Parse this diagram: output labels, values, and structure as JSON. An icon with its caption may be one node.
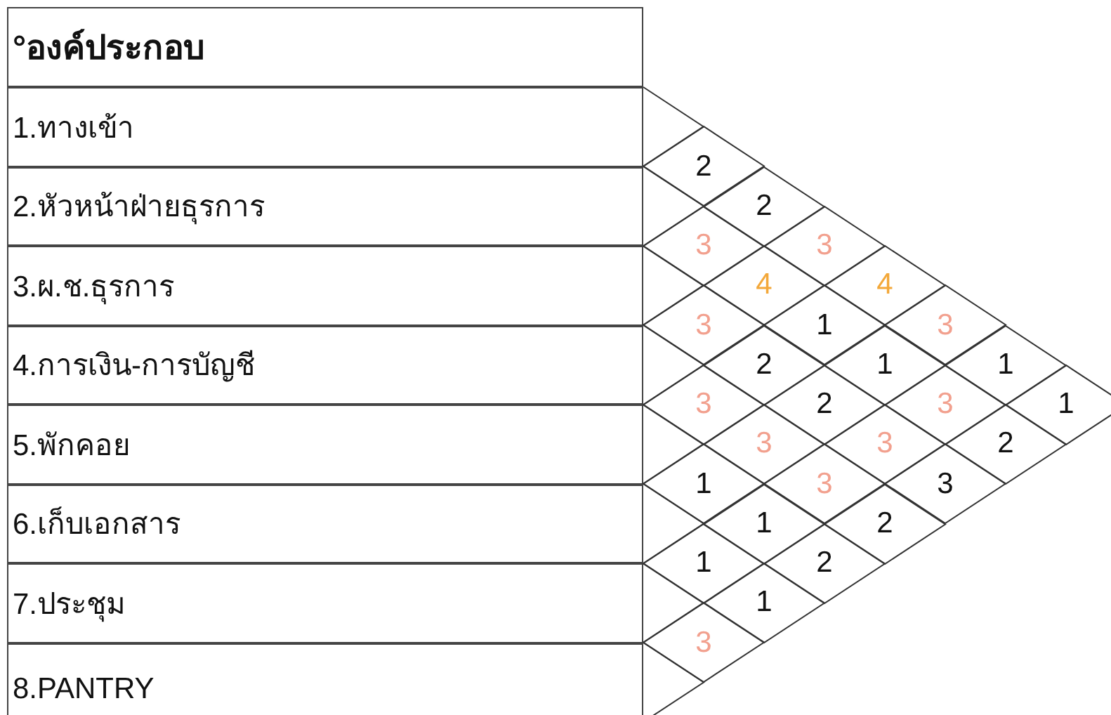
{
  "diagram": {
    "nodes": [
      {
        "text": [
          "°องค์ประกอบ"
        ]
      },
      {
        "text": [
          "1.ทางเข้า"
        ]
      },
      {
        "text": [
          "2.หัวหน้าฝ่ายธุรการ"
        ]
      },
      {
        "text": [
          "3.ผ.ช.ธุรการ"
        ]
      },
      {
        "text": [
          "4.การเงิน-การบัญชี"
        ]
      },
      {
        "text": [
          "5.พักคอย"
        ]
      },
      {
        "text": [
          "6.เก็บเอกสาร"
        ]
      },
      {
        "text": [
          "7.ประชุม"
        ]
      },
      {
        "text": [
          "8.PANTRY"
        ]
      },
      {
        "text": [
          "2"
        ]
      },
      {
        "text": [
          "2"
        ]
      },
      {
        "text": [
          "3"
        ]
      },
      {
        "text": [
          "3"
        ]
      },
      {
        "text": [
          "4"
        ]
      },
      {
        "text": [
          "4"
        ]
      },
      {
        "text": [
          "3"
        ]
      },
      {
        "text": [
          "1"
        ]
      },
      {
        "text": [
          "3"
        ]
      },
      {
        "text": [
          "2"
        ]
      },
      {
        "text": [
          "1"
        ]
      },
      {
        "text": [
          "1"
        ]
      },
      {
        "text": [
          "3"
        ]
      },
      {
        "text": [
          "2"
        ]
      },
      {
        "text": [
          "3"
        ]
      },
      {
        "text": [
          "1"
        ]
      },
      {
        "text": [
          "3"
        ]
      },
      {
        "text": [
          "3"
        ]
      },
      {
        "text": [
          "2"
        ]
      },
      {
        "text": [
          "1"
        ]
      },
      {
        "text": [
          "3"
        ]
      },
      {
        "text": [
          "3"
        ]
      },
      {
        "text": [
          "1"
        ]
      },
      {
        "text": [
          "2"
        ]
      },
      {
        "text": [
          "1"
        ]
      },
      {
        "text": [
          "2"
        ]
      },
      {
        "text": [
          "1"
        ]
      },
      {
        "text": [
          "3"
        ]
      }
    ]
  }
}
